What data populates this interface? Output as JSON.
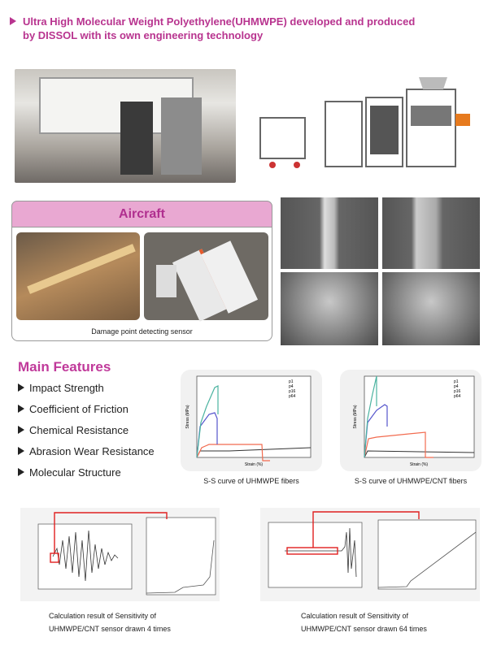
{
  "header": {
    "text_line1": "Ultra High Molecular Weight Polyethylene(UHMWPE) developed and produced",
    "text_line2": "by DISSOL with its own engineering technology"
  },
  "aircraft": {
    "title": "Aircraft",
    "caption": "Damage point detecting sensor"
  },
  "features": {
    "title": "Main Features",
    "items": [
      "Impact Strength",
      "Coefficient of Friction",
      "Chemical Resistance",
      "Abrasion Wear Resistance",
      "Molecular Structure"
    ]
  },
  "ss_charts": [
    {
      "caption": "S-S curve of UHMWPE fibers",
      "legend": [
        "p1",
        "p4",
        "p16",
        "p64"
      ],
      "xlabel": "Strain (%)",
      "ylabel": "Stress (MPa)"
    },
    {
      "caption": "S-S curve of UHMWPE/CNT fibers",
      "legend": [
        "p1",
        "p4",
        "p16",
        "p64"
      ],
      "xlabel": "Strain (%)",
      "ylabel": "Stress (MPa)"
    }
  ],
  "sensitivity": [
    {
      "caption_line1": "Calculation result of Sensitivity of",
      "caption_line2": "UHMWPE/CNT sensor drawn 4 times"
    },
    {
      "caption_line1": "Calculation result of Sensitivity of",
      "caption_line2": "UHMWPE/CNT sensor drawn 64 times"
    }
  ],
  "colors": {
    "accent": "#b8348f",
    "header_band": "#e9a8d2",
    "highlight": "#e02020"
  }
}
